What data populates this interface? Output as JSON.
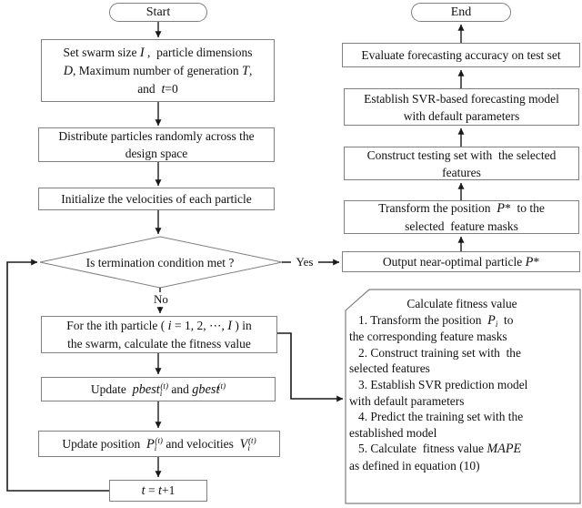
{
  "labels": {
    "yes": "Yes",
    "no": "No"
  },
  "nodes": {
    "start": "Start",
    "end": "End",
    "init_params": {
      "lines": [
        [
          {
            "t": "Set swarm size "
          },
          {
            "i": "I"
          },
          {
            "t": " ,  particle dimensions"
          }
        ],
        [
          {
            "i": "D"
          },
          {
            "t": ", Maximum number of generation "
          },
          {
            "i": "T"
          },
          {
            "t": ","
          }
        ],
        [
          {
            "t": "and  "
          },
          {
            "i": "t"
          },
          {
            "t": "=0"
          }
        ]
      ]
    },
    "distribute": {
      "lines": [
        [
          {
            "t": "Distribute particles randomly across the"
          }
        ],
        [
          {
            "t": "design space"
          }
        ]
      ]
    },
    "init_velocities": {
      "lines": [
        [
          {
            "t": "Initialize the velocities of each particle"
          }
        ]
      ]
    },
    "termination": {
      "label": [
        {
          "t": "Is termination condition met ?"
        }
      ]
    },
    "fitness_loop": {
      "lines": [
        [
          {
            "t": "For the ith particle ( "
          },
          {
            "i": "i"
          },
          {
            "t": " = 1, 2, ⋯, "
          },
          {
            "i": "I"
          },
          {
            "t": " ) in"
          }
        ],
        [
          {
            "t": "the swarm, calculate the fitness value"
          }
        ]
      ]
    },
    "update_best": {
      "lines": [
        [
          {
            "t": "Update  "
          },
          {
            "i": "pbest"
          },
          {
            "sub": "i"
          },
          {
            "sup": "(t)"
          },
          {
            "t": " and "
          },
          {
            "i": "gbest"
          },
          {
            "sup": "(t)"
          }
        ]
      ]
    },
    "update_position": {
      "lines": [
        [
          {
            "t": "Update position  "
          },
          {
            "i": "P"
          },
          {
            "sub": "i"
          },
          {
            "sup": "(t)"
          },
          {
            "t": " and velocities  "
          },
          {
            "i": "V"
          },
          {
            "sub": "i"
          },
          {
            "sup": "(t)"
          }
        ]
      ]
    },
    "increment": {
      "lines": [
        [
          {
            "i": "t"
          },
          {
            "t": " = "
          },
          {
            "i": "t"
          },
          {
            "t": "+1"
          }
        ]
      ]
    },
    "output_particle": {
      "lines": [
        [
          {
            "t": "Output near-optimal particle "
          },
          {
            "i": "P"
          },
          {
            "t": "*"
          }
        ]
      ]
    },
    "transform_position": {
      "lines": [
        [
          {
            "t": "Transform the position  "
          },
          {
            "i": "P"
          },
          {
            "t": "*  to the"
          }
        ],
        [
          {
            "t": "selected  feature masks"
          }
        ]
      ]
    },
    "construct_testing": {
      "lines": [
        [
          {
            "t": "Construct testing set with  the selected"
          }
        ],
        [
          {
            "t": "features"
          }
        ]
      ]
    },
    "establish_svr": {
      "lines": [
        [
          {
            "t": "Establish SVR-based forecasting model"
          }
        ],
        [
          {
            "t": "with default parameters"
          }
        ]
      ]
    },
    "evaluate": {
      "lines": [
        [
          {
            "t": "Evaluate forecasting accuracy on test set"
          }
        ]
      ]
    }
  },
  "annotation": {
    "title": "Calculate fitness value",
    "lines": [
      [
        {
          "t": "   1. Transform the position  "
        },
        {
          "i": "P"
        },
        {
          "sub": "i"
        },
        {
          "t": "  to"
        }
      ],
      [
        {
          "t": "the corresponding feature masks"
        }
      ],
      [
        {
          "t": "   2. Construct training set with  the"
        }
      ],
      [
        {
          "t": "selected features"
        }
      ],
      [
        {
          "t": "   3. Establish SVR prediction model"
        }
      ],
      [
        {
          "t": "with default parameters"
        }
      ],
      [
        {
          "t": "   4. Predict the training set with the"
        }
      ],
      [
        {
          "t": "established model"
        }
      ],
      [
        {
          "t": "   5. Calculate  fitness value "
        },
        {
          "i": "MAPE"
        }
      ],
      [
        {
          "t": "as defined in equation (10)"
        }
      ]
    ]
  },
  "colors": {
    "box_border": "#808080",
    "arrow": "#1a1a1a",
    "text": "#111111",
    "background": "#ffffff"
  }
}
